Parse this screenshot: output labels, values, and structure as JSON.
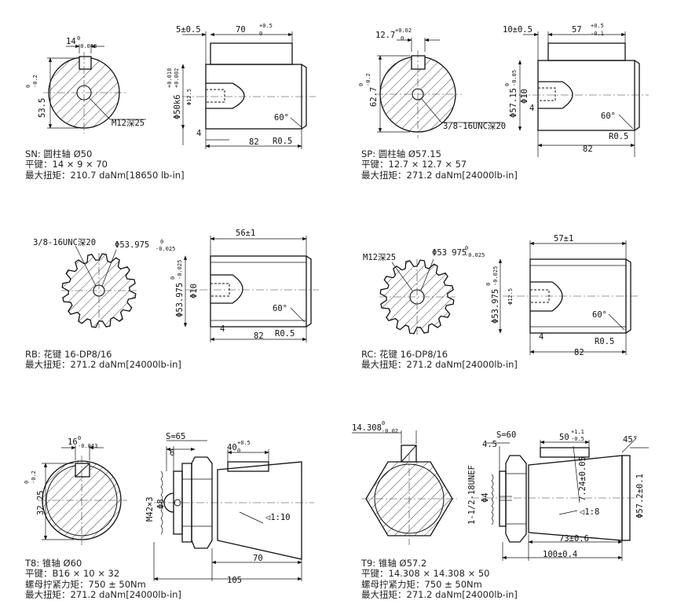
{
  "panels": {
    "sn": {
      "caption": [
        "SN: 圆柱轴 Ø50",
        "平键：14 × 9 × 70",
        "最大扭矩：210.7 daNm[18650 lb-in]"
      ],
      "dims": {
        "key_w": "14",
        "key_w_tol": "-0.043",
        "key_w_tol_up": "0",
        "height": "53.5",
        "height_tol": "-0.2",
        "height_tol_up": "0",
        "thread": "M12深25",
        "offset": "5±0.5",
        "key_len": "70",
        "key_len_tol": "+0.5",
        "key_len_tol_lo": "0",
        "diam": "Φ50k6",
        "diam_tol": "+0.018",
        "diam_tol_lo": "+0.002",
        "bore": "Φ12.5",
        "angle": "60°",
        "step": "4",
        "length": "82",
        "radius": "R0.5"
      }
    },
    "sp": {
      "caption": [
        "SP: 圆柱轴 Ø57.15",
        "平键：12.7 × 12.7 × 57",
        "最大扭矩：271.2 daNm[24000lb-in]"
      ],
      "dims": {
        "key_w": "12.7",
        "key_w_tol": "+0.02",
        "key_w_tol_lo": "0",
        "height": "62.7",
        "height_tol": "-0.2",
        "height_tol_up": "0",
        "thread": "3/8-16UNC深20",
        "offset": "10±0.5",
        "key_len": "57",
        "key_len_tol": "+0.5",
        "key_len_tol_lo": "-0.1",
        "diam": "Φ57.15",
        "diam_tol": "0",
        "diam_tol_lo": "-0.05",
        "bore": "Φ10",
        "angle": "60°",
        "step": "4",
        "length": "82",
        "radius": "R0.5"
      }
    },
    "rb": {
      "caption": [
        "RB: 花键 16-DP8/16",
        "最大扭矩：271.2 daNm[24000lb-in]"
      ],
      "dims": {
        "thread": "3/8-16UNC深20",
        "spline": "Φ53.975",
        "spline_tol": "0",
        "spline_tol_lo": "-0.025",
        "spline_len": "56±1",
        "diam": "Φ53.975",
        "diam_tol": "0",
        "diam_tol_lo": "-0.025",
        "bore": "Φ10",
        "angle": "60°",
        "step": "4",
        "length": "82",
        "radius": "R0.5"
      }
    },
    "rc": {
      "caption": [
        "RC: 花键 16-DP8/16",
        "最大扭矩：271.2 daNm[24000lb-in]"
      ],
      "dims": {
        "thread": "M12深25",
        "spline": "Φ53 975",
        "spline_tol": "0",
        "spline_tol_lo": "-0.025",
        "spline_len": "57±1",
        "diam": "Φ53.975",
        "diam_tol": "0",
        "diam_tol_lo": "-0.025",
        "bore": "Φ12.5",
        "angle": "60°",
        "step": "4",
        "length": "82",
        "radius": "R0.5"
      }
    },
    "t8": {
      "caption": [
        "T8: 锥轴 Ø60",
        "平键：B16 × 10 × 32",
        "螺母拧紧力矩：750 ± 50Nm",
        "最大扭矩：271.2 daNm[24000lb-in]"
      ],
      "dims": {
        "key_w": "16",
        "key_w_tol": "-0.043",
        "key_w_tol_up": "0",
        "height": "32.25",
        "height_tol": "-0.2",
        "height_tol_up": "0",
        "nut": "S=65",
        "nut_w": "6",
        "key_len": "40",
        "key_len_tol": "+0.5",
        "key_len_tol_lo": "0",
        "thread": "M42×3",
        "pin": "Φ8",
        "taper": "◁1:10",
        "len70": "70",
        "len105": "105"
      }
    },
    "t9": {
      "caption": [
        "T9: 锥轴 Ø57.2",
        "平键：14.308 × 14.308 × 50",
        "螺母拧紧力矩：750 ± 50Nm",
        "最大扭矩：271.2 daNm[24000lb-in]"
      ],
      "dims": {
        "key_w": "14.308",
        "key_w_tol": "-0.02",
        "key_w_tol_up": "0",
        "nut": "S=60",
        "nut_w": "4.5",
        "key_len": "50",
        "key_len_tol": "+1.1",
        "key_len_tol_lo": "-0.5",
        "angle": "45°",
        "thread": "1-1/2-18UNEF",
        "pin": "Φ4",
        "hole": "7.24±0.05",
        "taper": "◁1:8",
        "diam": "Φ57.2±0.1",
        "len73": "73±0.6",
        "len100": "100±0.4"
      }
    }
  }
}
